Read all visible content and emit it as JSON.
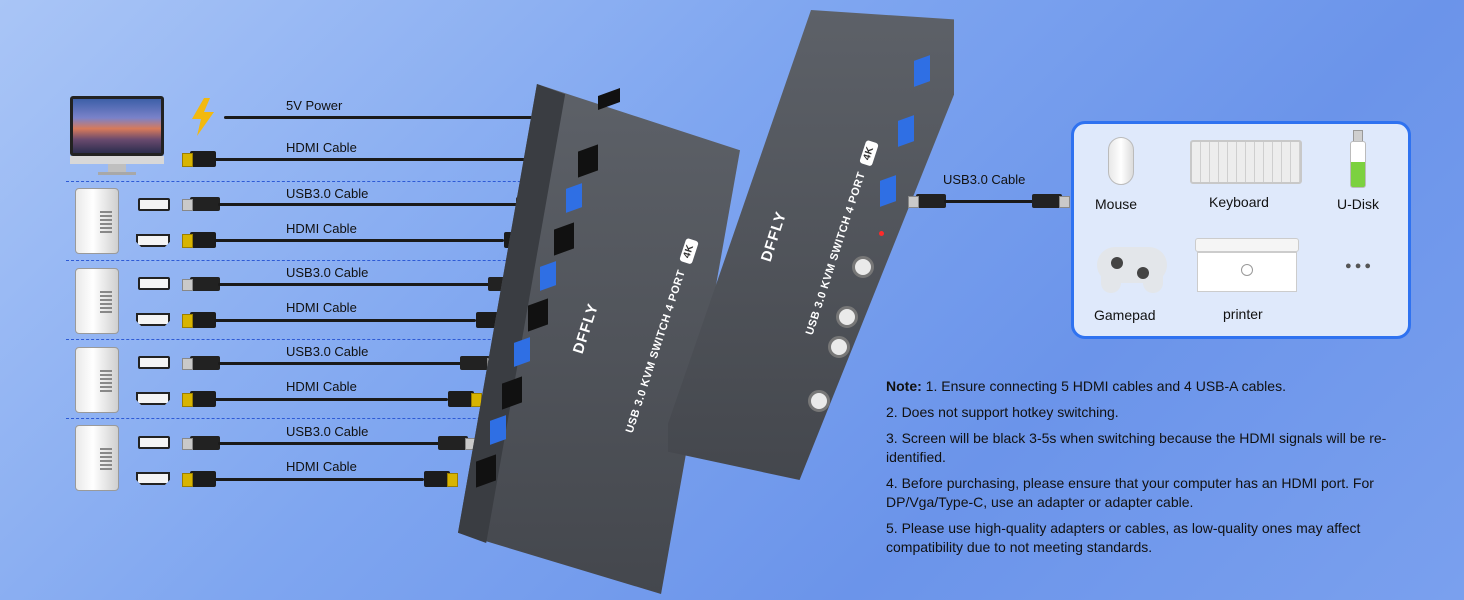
{
  "cables": {
    "power": "5V Power",
    "hdmi": "HDMI Cable",
    "usb": "USB3.0 Cable",
    "peripheral_usb": "USB3.0 Cable"
  },
  "kvm": {
    "brand": "DFFLY",
    "model": "USB 3.0 KVM SWITCH 4 PORT",
    "resolution": "4K"
  },
  "peripherals": {
    "mouse": "Mouse",
    "keyboard": "Keyboard",
    "udisk": "U-Disk",
    "gamepad": "Gamepad",
    "printer": "printer",
    "more": "● ● ●"
  },
  "notes": {
    "prefix": "Note:",
    "n1": " 1. Ensure connecting 5 HDMI cables and 4 USB-A cables.",
    "n2": "2. Does not support hotkey switching.",
    "n3": "3. Screen will be black 3-5s when switching because the HDMI signals will be re-identified.",
    "n4": "4. Before purchasing, please ensure that your computer has an HDMI port. For DP/Vga/Type-C, use an adapter or adapter cable.",
    "n5": "5. Please use high-quality adapters or cables, as low-quality ones may affect compatibility due to not meeting standards."
  },
  "colors": {
    "background": "#7fa6f0",
    "accent": "#2f72f0",
    "hdmi_gold": "#d8b400",
    "device_gray": "#4c4f55"
  },
  "icons": [
    "monitor-icon",
    "lightning-icon",
    "pc-tower-icon",
    "usb-port-icon",
    "hdmi-port-icon",
    "mouse-icon",
    "keyboard-icon",
    "usb-drive-icon",
    "gamepad-icon",
    "printer-icon"
  ]
}
